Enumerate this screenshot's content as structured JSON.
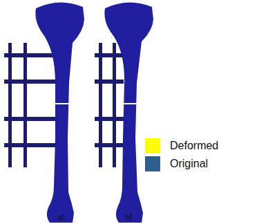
{
  "diagram": {
    "labels": [
      "a)",
      "b)"
    ],
    "legend": [
      {
        "text": "Deformed",
        "color": "#ffff00"
      },
      {
        "text": "Original",
        "color": "#2f5f8f"
      }
    ]
  }
}
